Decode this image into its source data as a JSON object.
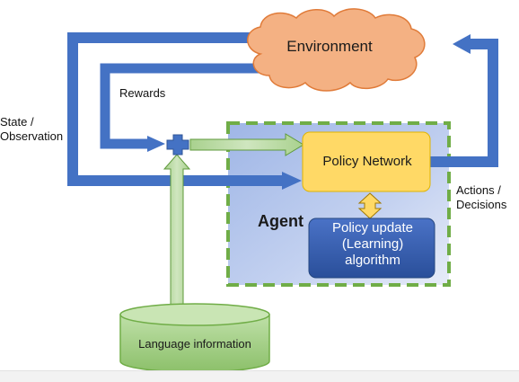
{
  "diagram": {
    "environment_label": "Environment",
    "rewards_label": "Rewards",
    "state_label_line1": "State /",
    "state_label_line2": "Observation",
    "policy_network_label": "Policy Network",
    "agent_label": "Agent",
    "policy_update_line1": "Policy update",
    "policy_update_line2": "(Learning)",
    "policy_update_line3": "algorithm",
    "actions_label_line1": "Actions /",
    "actions_label_line2": "Decisions",
    "language_label": "Language information"
  },
  "colors": {
    "blue_arrow": "#4472c4",
    "cloud_fill": "#f4b183",
    "cloud_stroke": "#ed7d31",
    "agent_bg": "#b4c7e7",
    "agent_border": "#70ad47",
    "policy_fill": "#ffd966",
    "update_fill": "#2f5597",
    "green_fill": "#a9d18e",
    "green_stroke": "#70ad47",
    "plus_fill": "#4472c4"
  },
  "icons": {
    "plus": "plus-icon",
    "double_arrow": "double-arrow-icon"
  }
}
